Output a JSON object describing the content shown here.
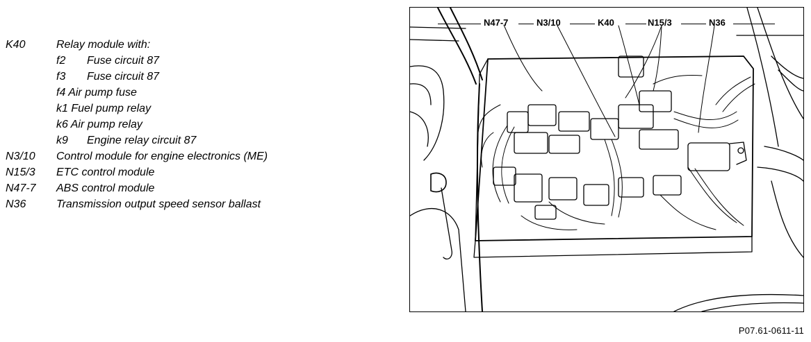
{
  "legend": {
    "k40": {
      "code": "K40",
      "desc": "Relay module with:"
    },
    "f2": {
      "code": "f2",
      "desc": "Fuse circuit 87"
    },
    "f3": {
      "code": "f3",
      "desc": "Fuse circuit 87"
    },
    "f4": {
      "text": "f4 Air pump fuse"
    },
    "k1": {
      "text": "k1 Fuel pump relay"
    },
    "k6": {
      "text": "k6 Air pump relay"
    },
    "k9": {
      "code": "k9",
      "desc": "Engine relay circuit 87"
    },
    "n310": {
      "code": "N3/10",
      "desc": "Control module for engine electronics (ME)"
    },
    "n153": {
      "code": "N15/3",
      "desc": "ETC control module"
    },
    "n477": {
      "code": "N47-7",
      "desc": "ABS control module"
    },
    "n36": {
      "code": "N36",
      "desc": "Transmission output speed sensor ballast"
    }
  },
  "diagram": {
    "labels": {
      "n477": "N47-7",
      "n310": "N3/10",
      "k40": "K40",
      "n153": "N15/3",
      "n36": "N36"
    }
  },
  "figure_ref": "P07.61-0611-11"
}
